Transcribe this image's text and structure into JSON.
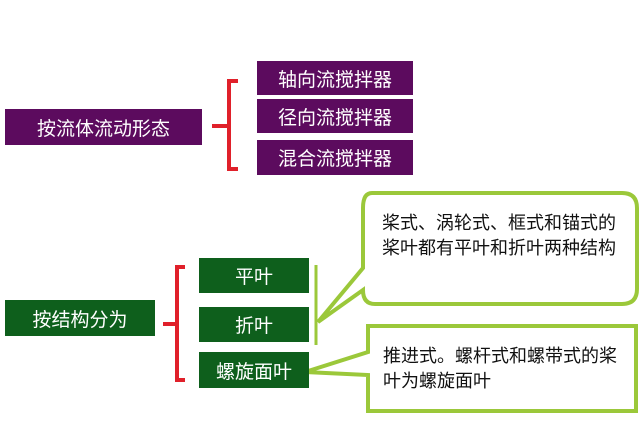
{
  "flow_group": {
    "category": "按流体流动形态",
    "items": [
      "轴向流搅拌器",
      "径向流搅拌器",
      "混合流搅拌器"
    ]
  },
  "structure_group": {
    "category": "按结构分为",
    "items": [
      "平叶",
      "折叶",
      "螺旋面叶"
    ]
  },
  "callouts": [
    {
      "text": "桨式、涡轮式、框式和锚式的桨叶都有平叶和折叶两种结构"
    },
    {
      "text": "推进式。螺杆式和螺带式的桨叶为螺旋面叶"
    }
  ],
  "colors": {
    "purple": "#5c0b5e",
    "green": "#0e5f1c",
    "bracket": "#e0202a",
    "callout_border": "#9bc83a"
  }
}
